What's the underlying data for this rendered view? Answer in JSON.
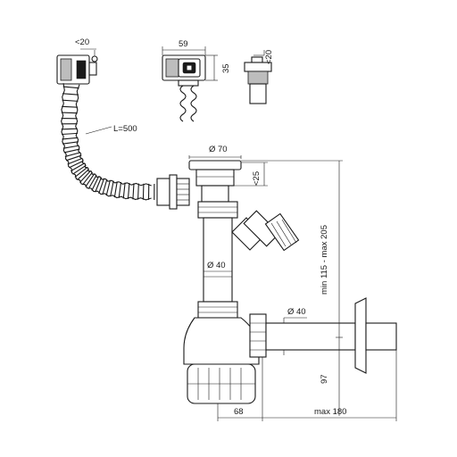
{
  "dimensions": {
    "overflow_depth": "<20",
    "overflow_width": "59",
    "overflow_height": "35",
    "plug_depth": "<20",
    "hose_length": "L=500",
    "outlet_diameter": "Ø 70",
    "outlet_height": "<25",
    "pipe_diameter": "Ø 40",
    "trap_outlet_diameter": "Ø 40",
    "height_range": "min 115 - max 205",
    "trap_height": "97",
    "trap_offset": "68",
    "outlet_reach": "max 180"
  }
}
